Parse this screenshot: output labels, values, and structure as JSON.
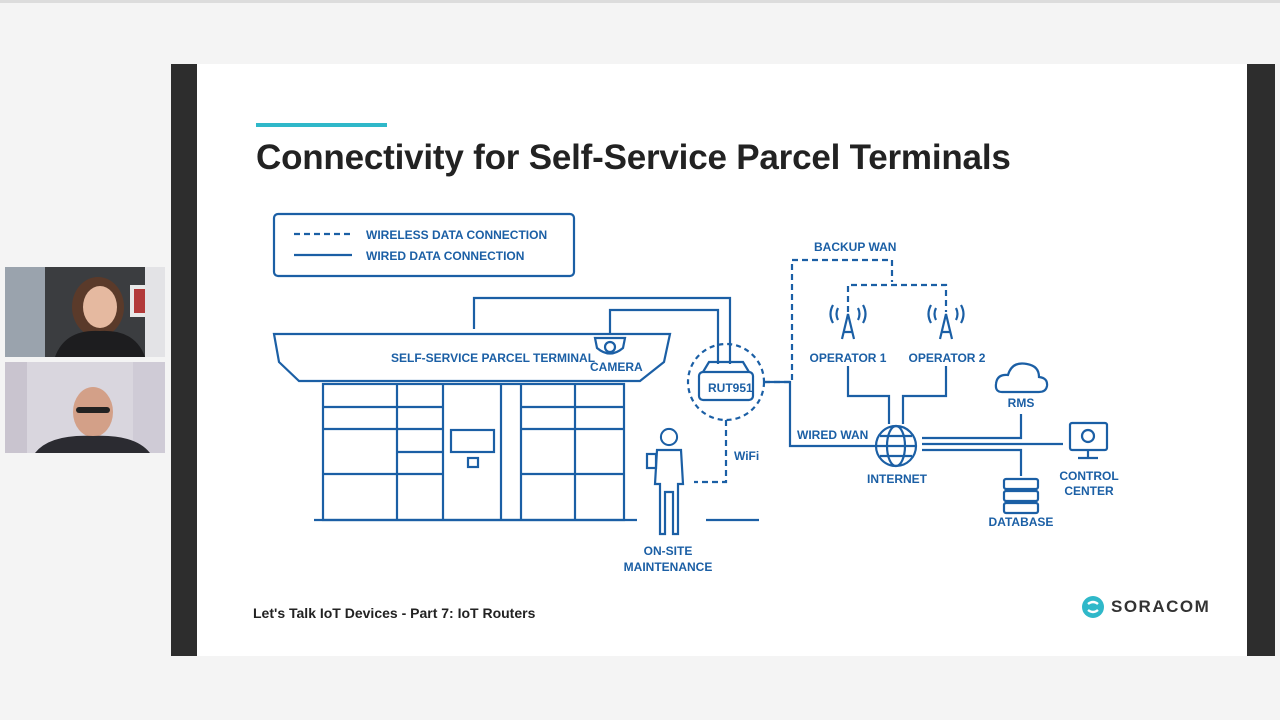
{
  "slide": {
    "title": "Connectivity for Self-Service Parcel Terminals",
    "footer": "Let's Talk IoT Devices - Part 7: IoT Routers",
    "brand": "SORACOM"
  },
  "diagram": {
    "legend_wireless": "WIRELESS DATA CONNECTION",
    "legend_wired": "WIRED DATA CONNECTION",
    "terminal": "SELF-SERVICE PARCEL TERMINAL",
    "camera": "CAMERA",
    "router": "RUT951",
    "wifi": "WiFi",
    "maintenance_line1": "ON-SITE",
    "maintenance_line2": "MAINTENANCE",
    "backup_wan": "BACKUP WAN",
    "operator1": "OPERATOR 1",
    "operator2": "OPERATOR 2",
    "wired_wan": "WIRED WAN",
    "internet": "INTERNET",
    "rms": "RMS",
    "control_line1": "CONTROL",
    "control_line2": "CENTER",
    "database": "DATABASE"
  },
  "colors": {
    "accent": "#2fb8c9",
    "diagram": "#1b5fa5",
    "text": "#222222"
  }
}
